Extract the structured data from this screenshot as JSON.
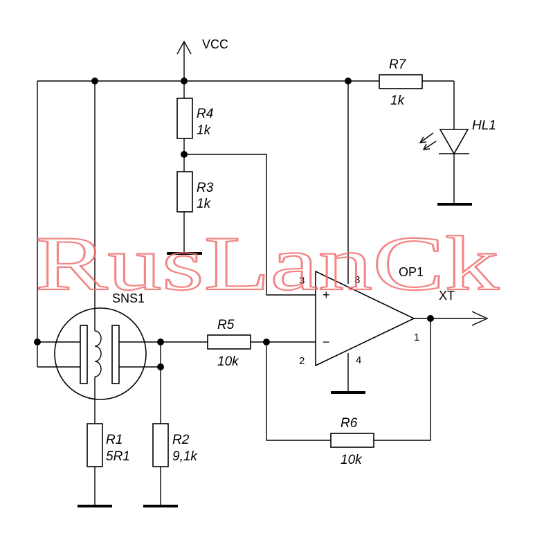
{
  "supply": {
    "label": "VCC"
  },
  "resistors": {
    "R1": {
      "ref": "R1",
      "value": "5R1"
    },
    "R2": {
      "ref": "R2",
      "value": "9,1k"
    },
    "R3": {
      "ref": "R3",
      "value": "1k"
    },
    "R4": {
      "ref": "R4",
      "value": "1k"
    },
    "R5": {
      "ref": "R5",
      "value": "10k"
    },
    "R6": {
      "ref": "R6",
      "value": "10k"
    },
    "R7": {
      "ref": "R7",
      "value": "1k"
    }
  },
  "led": {
    "ref": "HL1"
  },
  "sensor": {
    "ref": "SNS1"
  },
  "opamp": {
    "ref": "OP1",
    "pins": {
      "in_plus": "3",
      "in_minus": "2",
      "out": "1",
      "vcc": "8",
      "gnd": "4"
    },
    "plus_sign": "+",
    "minus_sign": "−"
  },
  "output": {
    "label": "XT"
  },
  "watermark": {
    "text": "RusLanCk",
    "color": "#f07070"
  }
}
